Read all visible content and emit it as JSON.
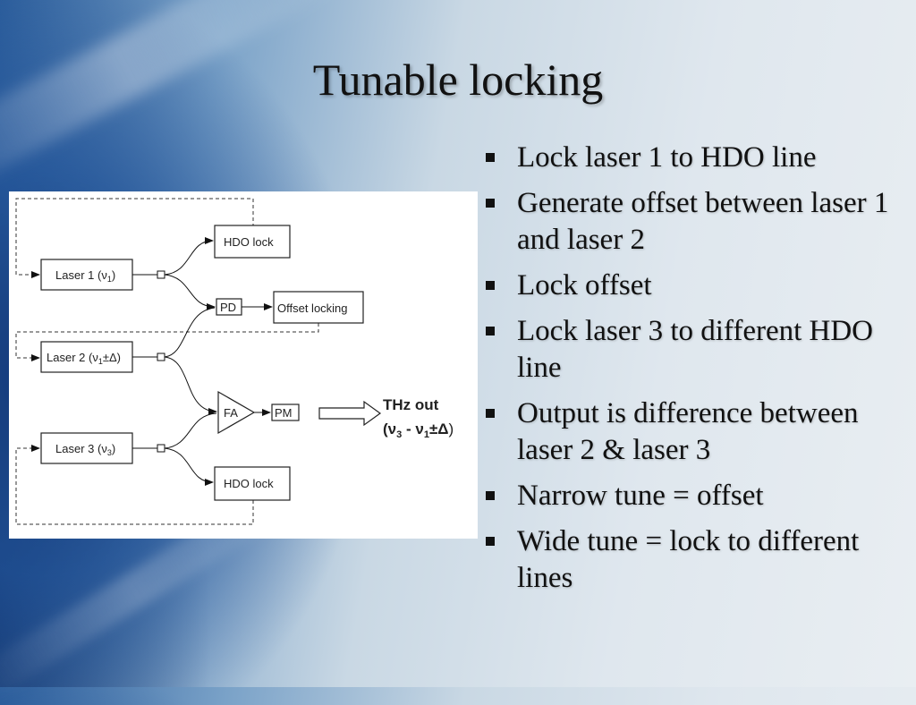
{
  "slide": {
    "title": "Tunable locking",
    "bullets": [
      "Lock laser 1 to HDO line",
      "Generate offset between laser 1 and laser 2",
      "Lock offset",
      "Lock laser 3 to different HDO line",
      "Output is difference between laser 2 & laser 3",
      "Narrow tune = offset",
      "Wide tune = lock to different lines"
    ]
  },
  "diagram": {
    "laser1": {
      "name": "Laser 1 (",
      "sym": "ν",
      "sub": "1",
      "tail": ")"
    },
    "laser2": {
      "name": "Laser 2 (",
      "sym": "ν",
      "sub": "1",
      "tail": "±Δ)"
    },
    "laser3": {
      "name": "Laser 3 (",
      "sym": "ν",
      "sub": "3",
      "tail": ")"
    },
    "hdo_lock_top": "HDO lock",
    "hdo_lock_bottom": "HDO lock",
    "pd": "PD",
    "offset_locking": "Offset locking",
    "fa": "FA",
    "pm": "PM",
    "thz_out": "THz out",
    "thz_formula": {
      "open": "(",
      "v3": "ν",
      "sub3": "3",
      "minus": " - ",
      "v1": "ν",
      "sub1": "1",
      "pm": "±Δ",
      "close": ")"
    }
  }
}
